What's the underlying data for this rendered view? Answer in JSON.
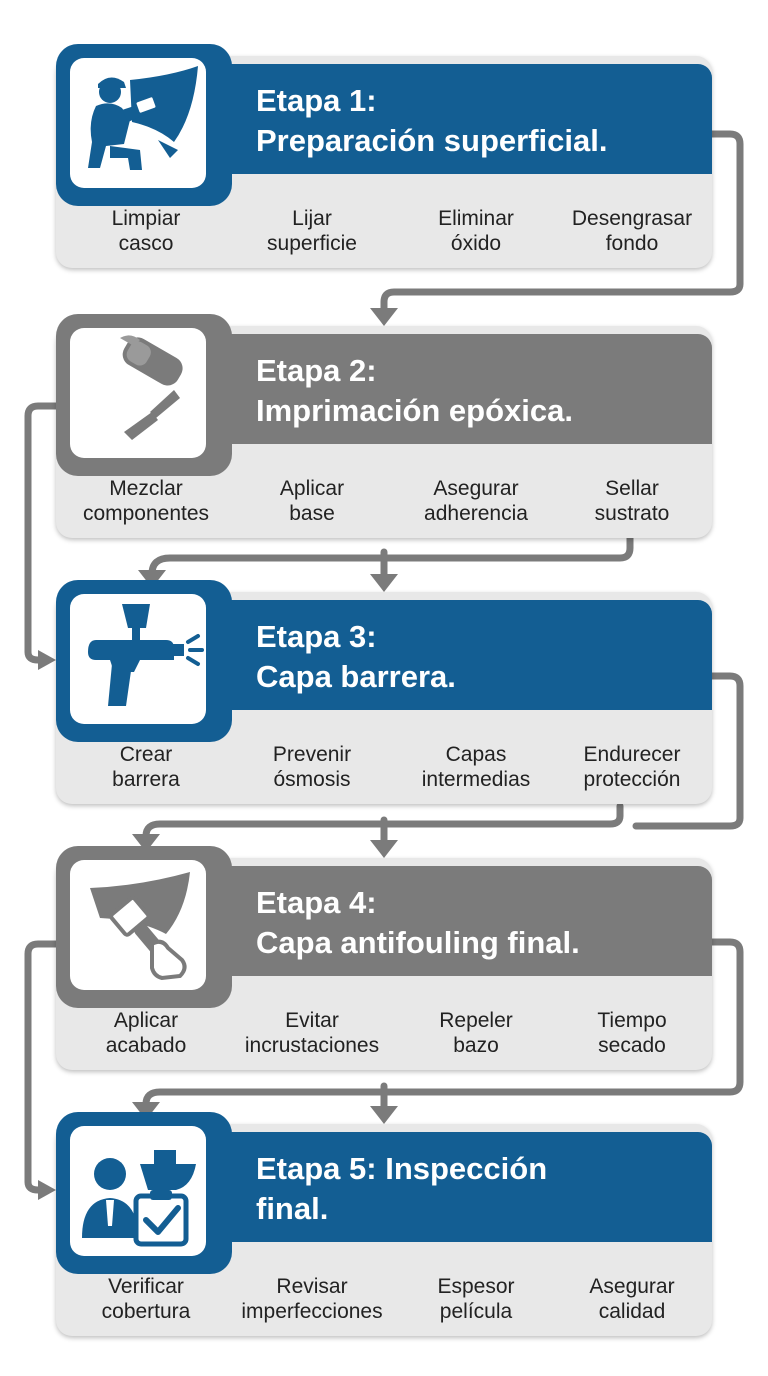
{
  "colors": {
    "blue": "#135e93",
    "gray": "#7b7b7b",
    "panel": "#e8e8e8",
    "connector": "#7b7b7b"
  },
  "stages": [
    {
      "title": "Etapa 1:\nPreparación superficial.",
      "icon": "worker-sanding-hull-icon",
      "color": "blue",
      "items": [
        "Limpiar\ncasco",
        "Lijar\nsuperficie",
        "Eliminar\nóxido",
        "Desengrasar\nfondo"
      ]
    },
    {
      "title": "Etapa 2:\nImprimación epóxica.",
      "icon": "paint-roller-icon",
      "color": "gray",
      "items": [
        "Mezclar\ncomponentes",
        "Aplicar\nbase",
        "Asegurar\nadherencia",
        "Sellar\nsustrato"
      ]
    },
    {
      "title": "Etapa 3:\nCapa barrera.",
      "icon": "spray-gun-icon",
      "color": "blue",
      "items": [
        "Crear\nbarrera",
        "Prevenir\nósmosis",
        "Capas\nintermedias",
        "Endurecer\nprotección"
      ]
    },
    {
      "title": "Etapa 4:\nCapa antifouling final.",
      "icon": "hand-brush-hull-icon",
      "color": "gray",
      "items": [
        "Aplicar\nacabado",
        "Evitar\nincrustaciones",
        "Repeler\nbazo",
        "Tiempo\nsecado"
      ]
    },
    {
      "title": "Etapa 5: Inspección\nfinal.",
      "icon": "inspector-checklist-icon",
      "color": "blue",
      "items": [
        "Verificar\ncobertura",
        "Revisar\nimperfecciones",
        "Espesor\npelícula",
        "Asegurar\ncalidad"
      ]
    }
  ]
}
